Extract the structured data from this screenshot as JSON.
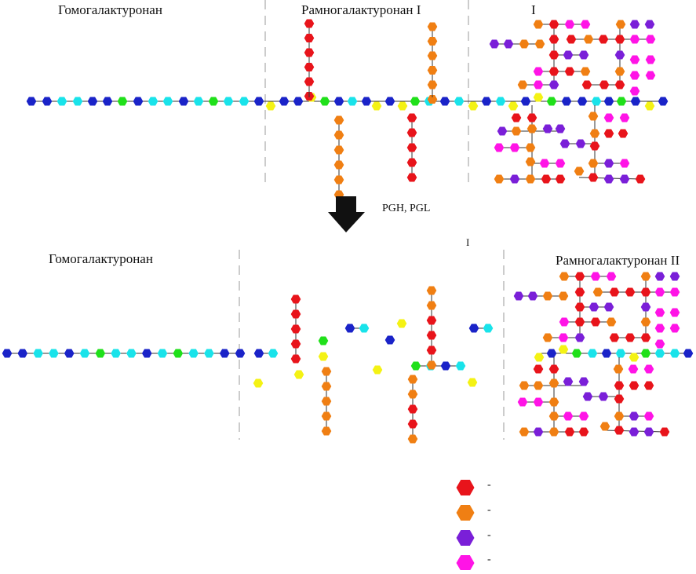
{
  "top": {
    "titles": {
      "homogalacturonan": "Гомогалактуронан",
      "rg1": "Рамногалактуронан I",
      "rg2_partial": "I"
    }
  },
  "arrow": {
    "label": "PGH, PGL"
  },
  "bottom": {
    "titles": {
      "homogalacturonan": "Гомогалактуронан",
      "rg2": "Рамногалактуронан II",
      "middle_marker": "I"
    }
  },
  "legend": {
    "items": [
      {
        "color_name": "red",
        "color": "#e8141b",
        "dash": "-"
      },
      {
        "color_name": "orange",
        "color": "#f07f13",
        "dash": "-"
      },
      {
        "color_name": "purple",
        "color": "#7a1fd8",
        "dash": "-"
      },
      {
        "color_name": "magenta",
        "color": "#ff14e6",
        "dash": "-"
      }
    ]
  },
  "colors": {
    "red": "#e8141b",
    "orange": "#f07f13",
    "purple": "#7a1fd8",
    "magenta": "#ff14e6",
    "navy": "#1a23c8",
    "cyan": "#19e3ea",
    "green": "#20e01a",
    "yellow": "#f4f214",
    "line": "#333333",
    "divider": "#999999"
  }
}
